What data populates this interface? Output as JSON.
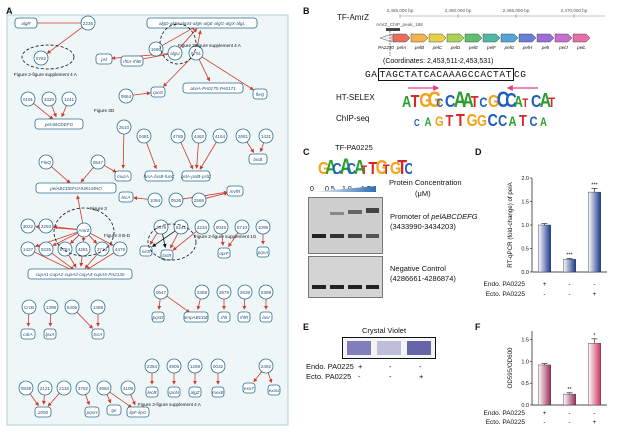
{
  "panels": {
    "A": "A",
    "B": "B",
    "C": "C",
    "D": "D",
    "E": "E",
    "F": "F"
  },
  "panelA": {
    "top_nodes": [
      "algR",
      "2235",
      "algD-alg8-alg44-algK-algE-algG-algX-algL",
      "1590",
      "algU",
      "0791"
    ],
    "node_labels": {
      "n0762": "0762",
      "n0191": "0191",
      "n3320": "3320",
      "n1241": "1241",
      "pel": "pelABCDEFG",
      "pslA": "psl",
      "hcp": "rhlA-rhlB",
      "rpoS": "rpoS",
      "aceK": "aceA-PA0170-PA0171",
      "fleQ": "fleQ",
      "n0864": "0864",
      "n2510": "2510",
      "n0481": "0481",
      "n4785": "4785",
      "n4462": "4462",
      "n4164": "4164",
      "n2681": "2681",
      "n1431": "1431",
      "fleQ2": "FleQ",
      "n0547": "0547",
      "n1094": "1094",
      "n0536": "0536",
      "n2586": "2586",
      "lasB": "lasB",
      "pel2": "pelABCDEFGHIJKLMNO",
      "amrZ": "AmrZ",
      "n3022": "3022",
      "n2293": "2293",
      "n1427": "1427",
      "n0225": "0225",
      "n0784": "0784",
      "n4281": "4281",
      "n3713": "3713",
      "n4479": "4479",
      "cupA": "cupA1-cupA2-cupA3-cupA4-cupA5-PA2130",
      "n2479": "2479",
      "n5241": "5241",
      "n2234": "2234",
      "n0045": "0045",
      "n0710": "0710",
      "n1099": "1099",
      "n0647": "0647",
      "n3459": "3459",
      "n2879": "2879",
      "n2638": "2638",
      "n5399": "5399",
      "crcB": "CrcB",
      "n1399": "1399",
      "n5406": "5406",
      "n1369": "1369",
      "clpP": "clpP",
      "lptA": "lpxA",
      "n0839": "0839",
      "n2121": "2121",
      "n2118": "2118",
      "n3782": "3782",
      "n4984": "4984",
      "n2354": "2354",
      "n4906": "4906",
      "n1269": "1269",
      "n0032": "0032",
      "n2492": "2492",
      "n2050": "2050",
      "lsr": "pqsH",
      "tpr": "tpr",
      "bottomA": "lipF-lipG"
    },
    "annotations": {
      "fig2_supp4A_top": "Figure 2-figure supplement 4 A",
      "fig3_supp4A": "Figure 3-figure supplement 4 A",
      "fig3D": "Figure 3D",
      "fig3": "Figure 3",
      "fig3BD": "Figure 3 B-D",
      "fig2_supp1G": "Figure 2-figure supplement 1G",
      "fig3_supp4A_bottom": "Figure 3-figure supplement 4 A"
    }
  },
  "panelB": {
    "tf_title": "TF-AmrZ",
    "coords_axis": [
      "2,455,000 bp",
      "2,460,000 bp",
      "2,465,000 bp",
      "2,470,000 bp"
    ],
    "track_label": "AmrZ_ChIP_peak_188",
    "gene_labels": [
      "PA2230",
      "pelA",
      "pelB",
      "pelC",
      "pelD",
      "pelE",
      "pelF",
      "pelG",
      "pelH",
      "pelI",
      "pelJ",
      "pelL"
    ],
    "coordinates": "(Coordinates: 2,453,511-2,453,531)",
    "sequence_prefix": "GA",
    "sequence_boxed": "TAGCTATCACAAAGCCACTAT",
    "sequence_suffix": "CG",
    "ht_selex_label": "HT-SELEX",
    "chip_seq_label": "ChIP-seq",
    "ht_logo": "ATGGCCAATCGCCATCAT",
    "chip_logo": "CAGTTGGCCATCA"
  },
  "panelC": {
    "tf_title": "TF-PA0225",
    "logo": "GACACATTGTGTC",
    "concentrations": [
      "0",
      "0.5",
      "1.0",
      "1.5"
    ],
    "protein_conc_label": "Protein Concentration",
    "unit": "(μM)",
    "promoter_label_prefix": "Promoter of ",
    "promoter_gene": "pelABCDEFG",
    "promoter_coords": "(3433990-3434203)",
    "neg_label": "Negative Control",
    "neg_coords": "(4286661-4286874)"
  },
  "panelD": {
    "ylabel": "RT-qPCR (fold-change) of pelA",
    "yticks": [
      "0.0",
      "0.5",
      "1.0",
      "1.5",
      "2.0"
    ],
    "row1_label": "Endo. PA0225",
    "row2_label": "Ecto. PA0225",
    "row1_signs": [
      "+",
      "-",
      "-"
    ],
    "row2_signs": [
      "-",
      "-",
      "+"
    ],
    "stars": [
      "",
      "***",
      "***"
    ]
  },
  "panelE": {
    "title": "Crystal Violet",
    "row1_label": "Endo. PA0225",
    "row2_label": "Ecto. PA0225",
    "row1_signs": [
      "+",
      "-",
      "-"
    ],
    "row2_signs": [
      "-",
      "-",
      "+"
    ]
  },
  "panelF": {
    "ylabel": "OD595/OD600",
    "yticks": [
      "0.0",
      "0.5",
      "1.0",
      "1.5"
    ],
    "row1_label": "Endo. PA0225",
    "row2_label": "Ecto. PA0225",
    "row1_signs": [
      "+",
      "-",
      "-"
    ],
    "row2_signs": [
      "-",
      "-",
      "+"
    ],
    "stars": [
      "",
      "**",
      "*"
    ]
  },
  "chart_data": [
    {
      "type": "bar",
      "panel": "D",
      "categories": [
        "Endo+ / Ecto-",
        "Endo- / Ecto-",
        "Endo- / Ecto+"
      ],
      "values": [
        1.0,
        0.27,
        1.7
      ],
      "errors": [
        0.03,
        0.02,
        0.08
      ],
      "ylabel": "RT-qPCR (fold-change) of pelA",
      "ylim": [
        0,
        2.0
      ],
      "colors": [
        "#1b3a8c",
        "#1b3a8c",
        "#1b3a8c"
      ],
      "significance": [
        "",
        "***",
        "***"
      ]
    },
    {
      "type": "bar",
      "panel": "F",
      "categories": [
        "Endo+ / Ecto-",
        "Endo- / Ecto-",
        "Endo- / Ecto+"
      ],
      "values": [
        0.92,
        0.25,
        1.42
      ],
      "errors": [
        0.03,
        0.03,
        0.1
      ],
      "ylabel": "OD595/OD600",
      "ylim": [
        0,
        1.7
      ],
      "colors": [
        "#9b2c58",
        "#9b2c58",
        "#c9365f"
      ],
      "significance": [
        "",
        "**",
        "*"
      ]
    }
  ]
}
